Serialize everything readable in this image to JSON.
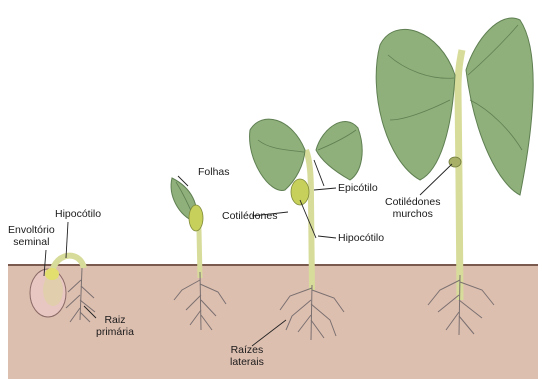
{
  "diagram": {
    "labels": {
      "envoltorio_seminal": [
        "Envoltório",
        "seminal"
      ],
      "hipocotilo_1": "Hipocótilo",
      "raiz_primaria": [
        "Raiz",
        "primária"
      ],
      "folhas": "Folhas",
      "cotiledones": "Cotilédones",
      "epicotilo": "Epicótilo",
      "hipocotilo_2": "Hipocótilo",
      "raizes_laterais": [
        "Raízes",
        "laterais"
      ],
      "cotiledones_murchos": [
        "Cotilédones",
        "murchos"
      ]
    },
    "colors": {
      "soil": "#ddbfb0",
      "soil_top": "#7a5a4e",
      "stem": "#d8dc9a",
      "leaf": "#8fb07a",
      "leaf_dark": "#5f7f52",
      "seed": "#e8c6c2",
      "root": "#7a7070",
      "label_line": "#222222"
    }
  }
}
